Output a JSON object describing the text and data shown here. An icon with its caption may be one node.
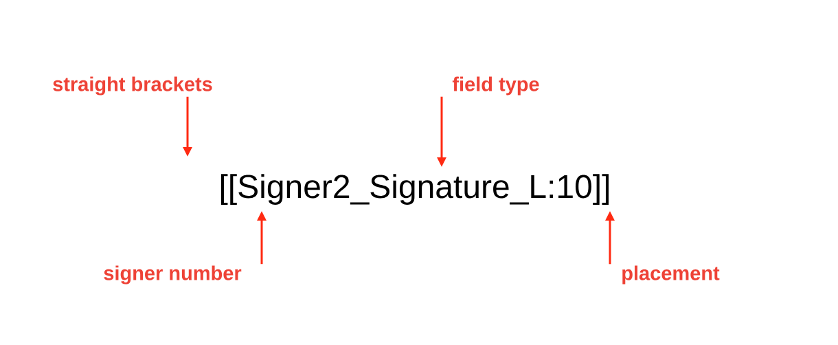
{
  "diagram": {
    "nodes": [
      {
        "text": [
          "straight brackets"
        ]
      },
      {
        "text": [
          "field type"
        ]
      },
      {
        "text": [
          "signer number"
        ]
      },
      {
        "text": [
          "placement"
        ]
      }
    ],
    "edges": [
      {
        "from": 0,
        "to": null,
        "arrow": "to"
      },
      {
        "from": 1,
        "to": null,
        "arrow": "to"
      },
      {
        "from": 2,
        "to": null,
        "arrow": "to"
      },
      {
        "from": 3,
        "to": null,
        "arrow": "to"
      }
    ],
    "labels": [
      "[[Signer2_Signature_L:10]]"
    ]
  }
}
